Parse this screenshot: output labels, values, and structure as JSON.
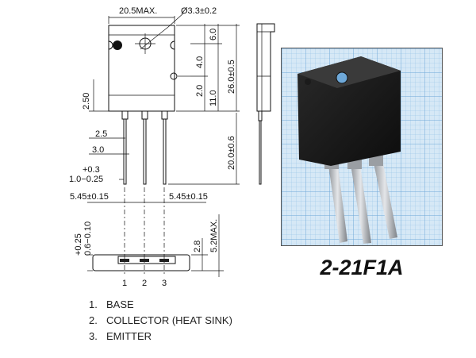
{
  "dimensions": {
    "width_max": "20.5MAX.",
    "hole_dia": "Ø3.3±0.2",
    "hole_top": "6.0",
    "hole_center": "4.0",
    "dim_2_0": "2.0",
    "dim_11_0": "11.0",
    "body_height": "26.0±0.5",
    "dim_2_50": "2.50",
    "dim_2_5": "2.5",
    "dim_3_0": "3.0",
    "lead_width_tol": "+0.3",
    "lead_width": "1.0−0.25",
    "lead_length": "20.0±0.6",
    "pitch_left": "5.45±0.15",
    "pitch_right": "5.45±0.15",
    "lead_thick_tol": "+0.25",
    "lead_thick": "0.6−0.10",
    "dim_2_8": "2.8",
    "thickness_max": "5.2MAX."
  },
  "pin_numbers": [
    "1",
    "2",
    "3"
  ],
  "model": "2-21F1A",
  "pin_list": [
    {
      "num": "1.",
      "name": "BASE"
    },
    {
      "num": "2.",
      "name": "COLLECTOR (HEAT SINK)"
    },
    {
      "num": "3.",
      "name": "EMITTER"
    }
  ],
  "colors": {
    "grid_paper": "#cfe3f4",
    "grid_line": "#6ea8d8",
    "package_body": "#1a1a1a",
    "leads": "#b9bcc0"
  }
}
